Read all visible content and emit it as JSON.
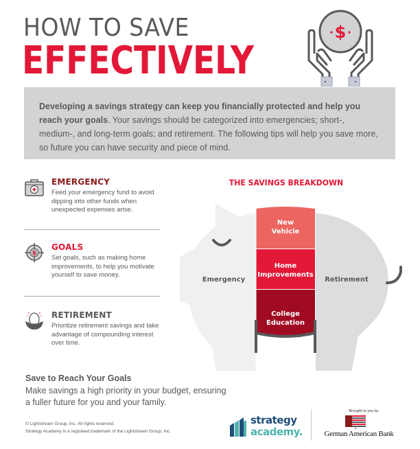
{
  "header": {
    "title_line1": "HOW TO SAVE",
    "title_line2": "EFFECTIVELY",
    "hero_icon": "hands-holding-coin-icon",
    "colors": {
      "title_gray": "#58595b",
      "accent_red": "#e31837"
    }
  },
  "intro": {
    "bold": "Developing a savings strategy can keep you financially protected and help you reach your goals",
    "text": ". Your savings should be categorized into emergencies; short-, medium-, and long-term goals; and retirement. The following tips will help you save more, so future you can have security and piece of mind."
  },
  "tips": [
    {
      "icon": "first-aid-kit-icon",
      "title": "EMERGENCY",
      "color": "#8b1a1a",
      "text": "Feed your emergency fund to avoid dipping into other funds when unexpected expenses arise."
    },
    {
      "icon": "target-dollar-icon",
      "title": "GOALS",
      "color": "#e31837",
      "text": "Set goals, such as making home improvements, to help you motivate yourself to save money."
    },
    {
      "icon": "nest-egg-icon",
      "title": "RETIREMENT",
      "color": "#58595b",
      "text": "Prioritize retirement savings and take advantage of compounding interest over time."
    }
  ],
  "breakdown": {
    "title": "THE SAVINGS BREAKDOWN",
    "segments": [
      {
        "label": "Emergency",
        "color": "#eef0f1"
      },
      {
        "label": "New Vehicle",
        "line1": "New",
        "line2": "Vehicle",
        "color": "#ec6560"
      },
      {
        "label": "Home Improvements",
        "line1": "Home",
        "line2": "Improvements",
        "color": "#e31837"
      },
      {
        "label": "College Education",
        "line1": "College",
        "line2": "Education",
        "color": "#a00b22"
      },
      {
        "label": "Retirement",
        "color": "#dcddde"
      }
    ]
  },
  "closing": {
    "heading": "Save to Reach Your Goals",
    "body": "Make savings a high priority in your budget, ensuring a fuller future for you and your family."
  },
  "footer": {
    "copyright": "© Lightstream Group, Inc. All rights reserved.",
    "trademark": "Strategy Academy is a registeed trademark of the Lightstream Group, Inc.",
    "logo_line1": "strategy",
    "logo_line2": "academy.",
    "brought_by": "Brought to you by",
    "bank_name": "German American Bank"
  }
}
